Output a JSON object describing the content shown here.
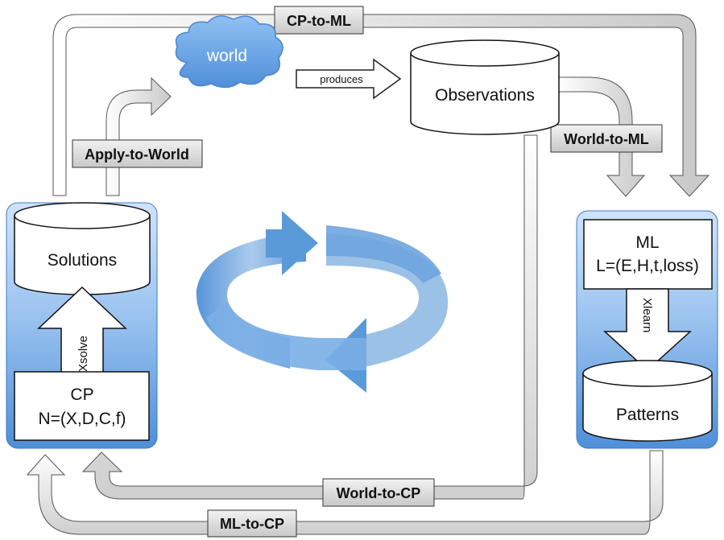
{
  "labels": {
    "cp_to_ml": "CP-to-ML",
    "apply_to_world": "Apply-to-World",
    "world": "world",
    "produces": "produces",
    "observations": "Observations",
    "world_to_ml": "World-to-ML",
    "solutions": "Solutions",
    "xsolve": "Xsolve",
    "cp_title": "CP",
    "cp_formula": "N=(X,D,C,f)",
    "ml_title": "ML",
    "ml_formula": "L=(E,H,t,loss)",
    "xlearn": "Xlearn",
    "patterns": "Patterns",
    "world_to_cp": "World-to-CP",
    "ml_to_cp": "ML-to-CP"
  },
  "colors": {
    "panel_blue": "#5b9be0",
    "panel_blue_light": "#cfe3fb",
    "cloud_blue": "#6aa6e8",
    "arrow_gray": "#d4d4d4",
    "cycle_blue": "#5c9ad8",
    "stroke": "#222222"
  },
  "icons": [
    "cloud-icon",
    "cycle-arrows-icon"
  ]
}
